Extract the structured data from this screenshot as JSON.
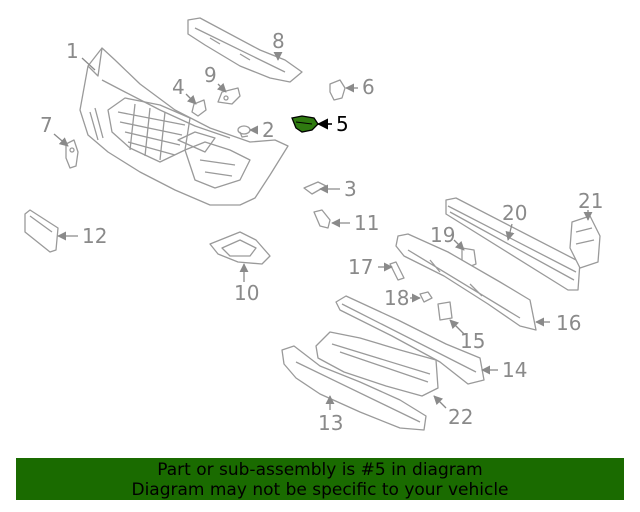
{
  "colors": {
    "banner_bg": "#1a6b00",
    "highlight_part": "#2f7a10",
    "line": "#9a9a9a",
    "label": "#8a8a8a"
  },
  "callouts": {
    "c1": "1",
    "c2": "2",
    "c3": "3",
    "c4": "4",
    "c5": "5",
    "c6": "6",
    "c7": "7",
    "c8": "8",
    "c9": "9",
    "c10": "10",
    "c11": "11",
    "c12": "12",
    "c13": "13",
    "c14": "14",
    "c15": "15",
    "c16": "16",
    "c17": "17",
    "c18": "18",
    "c19": "19",
    "c20": "20",
    "c21": "21",
    "c22": "22"
  },
  "highlighted_callout": "5",
  "banner": {
    "line1": "Part or sub-assembly is #5 in diagram",
    "line2": "Diagram may not be specific to your vehicle"
  }
}
